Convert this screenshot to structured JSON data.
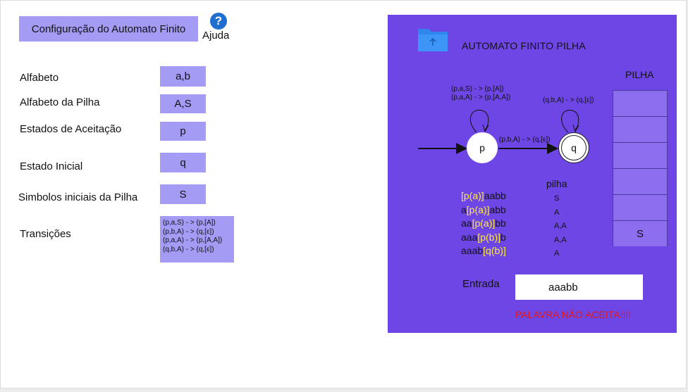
{
  "config": {
    "button_label": "Configuração do Automato Finito",
    "help_label": "Ajuda",
    "help_glyph": "?"
  },
  "fields": [
    {
      "label": "Alfabeto",
      "value": "a,b"
    },
    {
      "label": "Alfabeto da Pilha",
      "value": "A,S"
    },
    {
      "label": "Estados de Aceitação",
      "value": "p"
    },
    {
      "label": "Estado Inicial",
      "value": "q"
    },
    {
      "label": "Simbolos iniciais da Pilha",
      "value": "S"
    }
  ],
  "transitions": {
    "label": "Transições",
    "items": [
      "(p,a,S) - > (p,[A])",
      "(p,b,A) - > (q,[ε])",
      "(p,a,A) - > (p,[A,A])",
      "(q,b,A) - > (q,[ε])"
    ]
  },
  "panel": {
    "title": "AUTOMATO FINITO PILHA",
    "stack_title": "PILHA",
    "stack_cells": [
      "",
      "",
      "",
      "",
      "",
      "S"
    ],
    "diagram": {
      "state_p": "p",
      "state_q": "q",
      "p_loop_line1": "(p,a,S) - > (p,[A])",
      "p_loop_line2": "(p,a,A) - > (p,[A,A])",
      "p_to_q": "(p,b,A) - > (q,[ε])",
      "q_loop": "(q,b,A) - > (q,[ε])"
    },
    "pilha_label": "pilha",
    "trace": [
      {
        "pre": "",
        "hl": "[p(a)]",
        "post": "aabb",
        "stack": "S"
      },
      {
        "pre": "a",
        "hl": "[p(a)]",
        "post": "abb",
        "stack": "A"
      },
      {
        "pre": "aa",
        "hl": "[p(a)]",
        "post": "bb",
        "stack": "A,A"
      },
      {
        "pre": "aaa",
        "hl": "[p(b)]",
        "post": "b",
        "stack": "A,A"
      },
      {
        "pre": "aaab",
        "hl": "[q(b)]",
        "post": "",
        "stack": "A"
      }
    ],
    "entrada_label": "Entrada",
    "entrada_value": "aaabb",
    "result": "PALAVRA NÃO ACEITA!!!!"
  },
  "colors": {
    "accent": "#a49bf5",
    "panel": "#6e46e6",
    "highlight": "#ffeb3b",
    "error": "#e21818",
    "help": "#1f6fd1"
  }
}
